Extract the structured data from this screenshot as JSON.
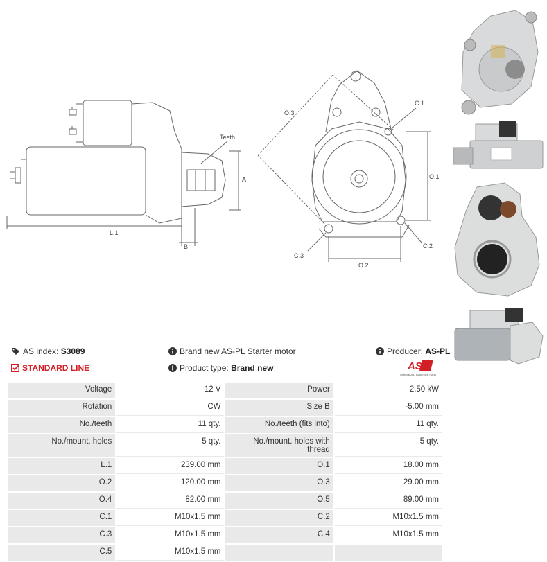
{
  "drawing_labels": {
    "side": {
      "teeth": "Teeth",
      "a": "A",
      "b": "B",
      "l1": "L.1"
    },
    "front": {
      "o1": "O.1",
      "o2": "O.2",
      "o3": "O.3",
      "c1": "C.1",
      "c2": "C.2",
      "c3": "C.3"
    }
  },
  "info": {
    "as_index_label": "AS index:",
    "as_index_value": "S3089",
    "description": "Brand new AS-PL Starter motor",
    "producer_label": "Producer:",
    "producer_value": "AS-PL",
    "line": "STANDARD LINE",
    "product_type_label": "Product type:",
    "product_type_value": "Brand new",
    "logo_text": "AS",
    "logo_sub": "Alternators, Starters & Parts"
  },
  "colors": {
    "accent_red": "#d21f26",
    "label_bg": "#e9e9e9",
    "line": "#666666"
  },
  "specs": [
    [
      {
        "label": "Voltage",
        "value": "12 V"
      },
      {
        "label": "Power",
        "value": "2.50 kW"
      }
    ],
    [
      {
        "label": "Rotation",
        "value": "CW"
      },
      {
        "label": "Size B",
        "value": "-5.00 mm"
      }
    ],
    [
      {
        "label": "No./teeth",
        "value": "11 qty."
      },
      {
        "label": "No./teeth (fits into)",
        "value": "11 qty."
      }
    ],
    [
      {
        "label": "No./mount. holes",
        "value": "5 qty."
      },
      {
        "label": "No./mount. holes with thread",
        "value": "5 qty."
      }
    ],
    [
      {
        "label": "L.1",
        "value": "239.00 mm"
      },
      {
        "label": "O.1",
        "value": "18.00 mm"
      }
    ],
    [
      {
        "label": "O.2",
        "value": "120.00 mm"
      },
      {
        "label": "O.3",
        "value": "29.00 mm"
      }
    ],
    [
      {
        "label": "O.4",
        "value": "82.00 mm"
      },
      {
        "label": "O.5",
        "value": "89.00 mm"
      }
    ],
    [
      {
        "label": "C.1",
        "value": "M10x1.5 mm"
      },
      {
        "label": "C.2",
        "value": "M10x1.5 mm"
      }
    ],
    [
      {
        "label": "C.3",
        "value": "M10x1.5 mm"
      },
      {
        "label": "C.4",
        "value": "M10x1.5 mm"
      }
    ],
    [
      {
        "label": "C.5",
        "value": "M10x1.5 mm"
      },
      {
        "label": "",
        "value": ""
      }
    ]
  ]
}
